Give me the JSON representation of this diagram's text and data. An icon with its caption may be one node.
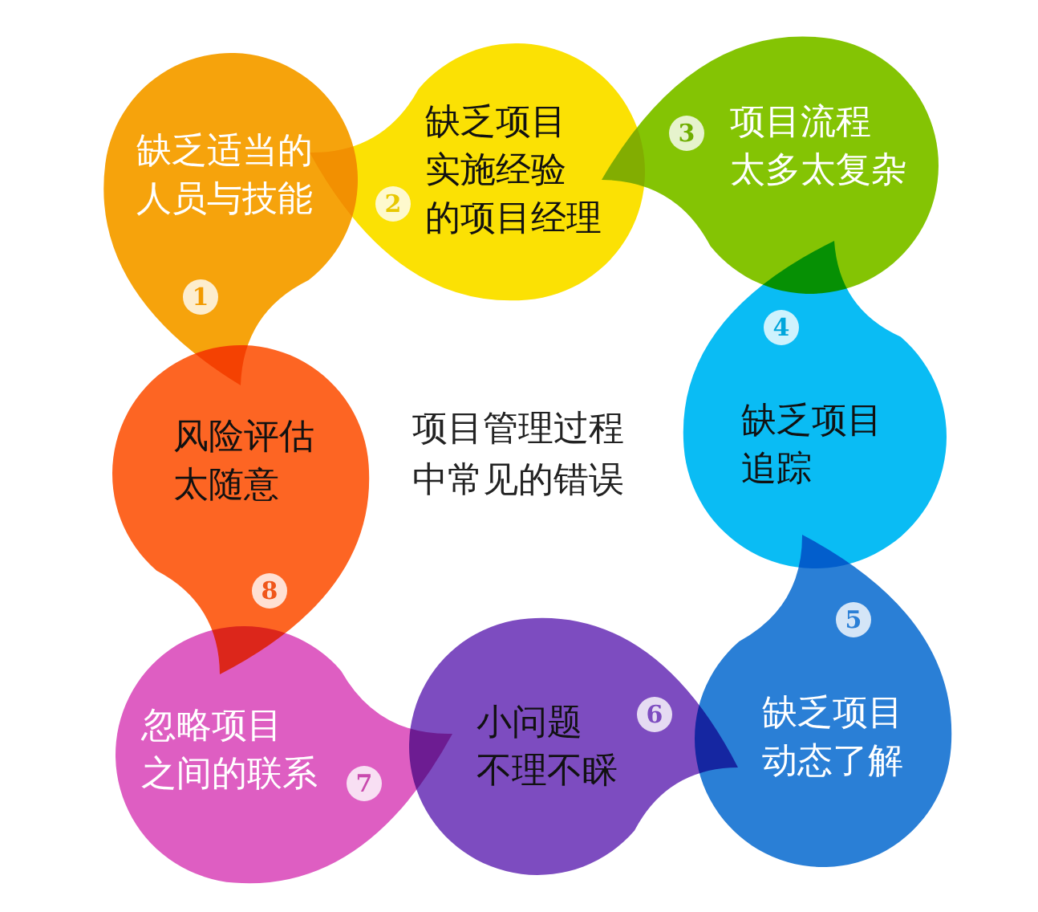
{
  "diagram": {
    "title": "项目管理过程中常见的错误",
    "nodes": [
      {
        "text": [
          "缺乏适当的人员与技能",
          "1"
        ]
      },
      {
        "text": [
          "2",
          "缺乏项目实施经验的项目经理"
        ]
      },
      {
        "text": [
          "3",
          "项目流程太多太复杂"
        ]
      },
      {
        "text": [
          "4",
          "缺乏项目追踪"
        ]
      },
      {
        "text": [
          "5",
          "缺乏项目动态了解"
        ]
      },
      {
        "text": [
          "小问题不理不睬",
          "6"
        ]
      },
      {
        "text": [
          "忽略项目之间的联系",
          "7"
        ]
      },
      {
        "text": [
          "风险评估太随意",
          "8"
        ]
      }
    ]
  }
}
